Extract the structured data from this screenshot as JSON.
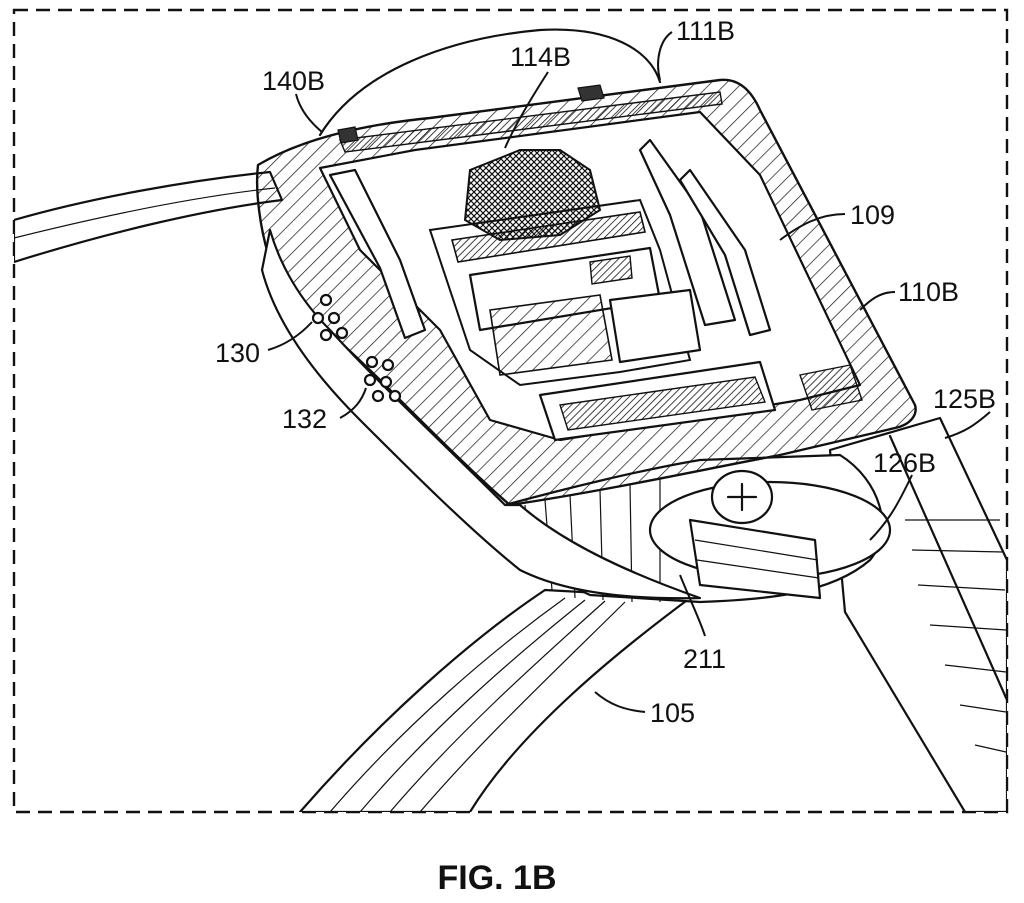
{
  "figure": {
    "caption": "FIG. 1B",
    "labels": {
      "l111B": "111B",
      "l114B": "114B",
      "l140B": "140B",
      "l109": "109",
      "l110B": "110B",
      "l125B": "125B",
      "l126B": "126B",
      "l130": "130",
      "l132": "132",
      "l211": "211",
      "l105": "105"
    }
  }
}
